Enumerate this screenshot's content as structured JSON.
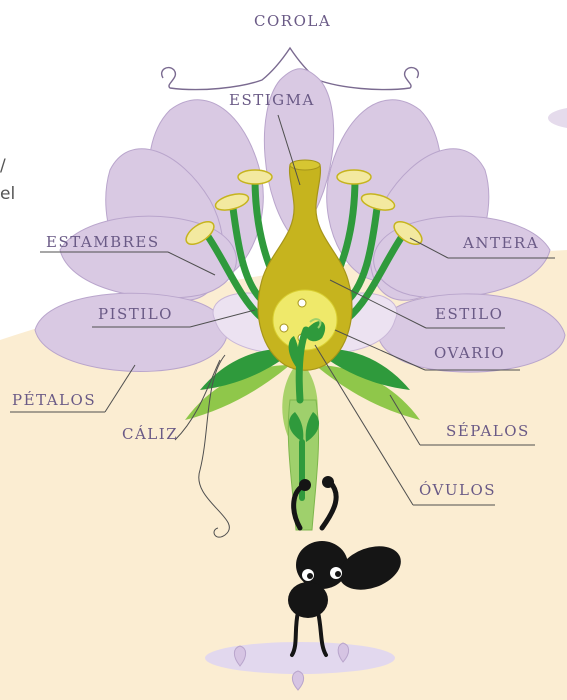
{
  "labels": {
    "corola": "COROLA",
    "estigma": "ESTIGMA",
    "estambres": "ESTAMBRES",
    "antera": "ANTERA",
    "pistilo": "PISTILO",
    "estilo": "ESTILO",
    "ovario": "OVARIO",
    "petalos": "PÉTALOS",
    "caliz": "CÁLIZ",
    "sepalos": "SÉPALOS",
    "ovulos": "ÓVULOS"
  },
  "fragments": {
    "slash": "/",
    "el": "el"
  },
  "colors": {
    "petal": "#d9c9e3",
    "petal_stroke": "#b9a5cc",
    "pistil": "#c6b41e",
    "ovary_inner": "#efe96a",
    "leaf_dark": "#2f9a3c",
    "leaf_light": "#8fc74a",
    "ground": "#fbedd2",
    "ant": "#151515",
    "label_text": "#6a5a86"
  },
  "icons": [
    "ant-illustration",
    "flower-illustration",
    "corola-brace"
  ]
}
